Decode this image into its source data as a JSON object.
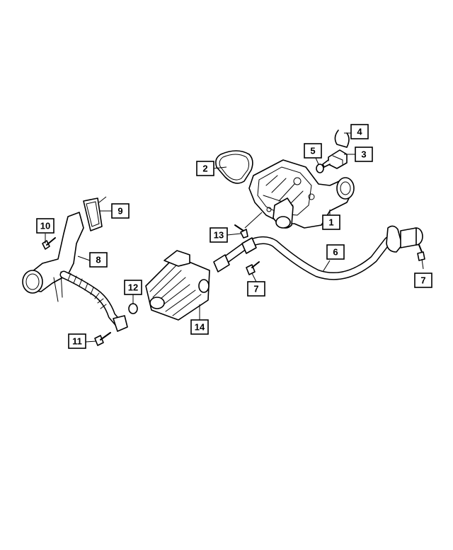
{
  "callouts": [
    {
      "id": "c1",
      "label": "1"
    },
    {
      "id": "c2",
      "label": "2"
    },
    {
      "id": "c3",
      "label": "3"
    },
    {
      "id": "c4",
      "label": "4"
    },
    {
      "id": "c5",
      "label": "5"
    },
    {
      "id": "c6",
      "label": "6"
    },
    {
      "id": "c7a",
      "label": "7"
    },
    {
      "id": "c7b",
      "label": "7"
    },
    {
      "id": "c8",
      "label": "8"
    },
    {
      "id": "c9",
      "label": "9"
    },
    {
      "id": "c10",
      "label": "10"
    },
    {
      "id": "c11",
      "label": "11"
    },
    {
      "id": "c12",
      "label": "12"
    },
    {
      "id": "c13",
      "label": "13"
    },
    {
      "id": "c14",
      "label": "14"
    }
  ]
}
